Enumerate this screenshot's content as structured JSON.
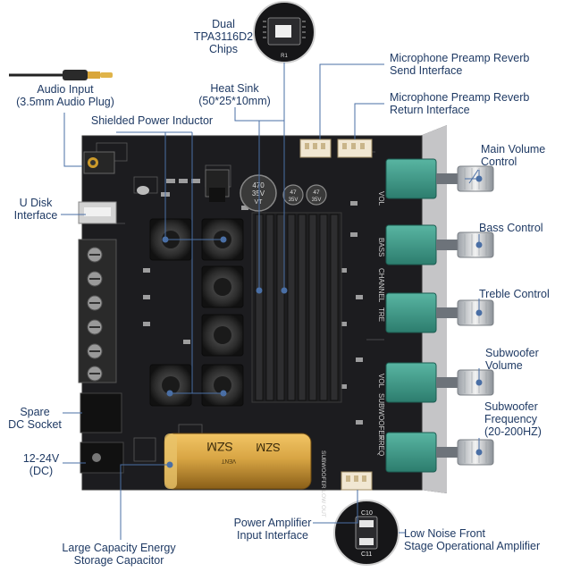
{
  "labels": {
    "chips": [
      "Dual",
      "TPA3116D2",
      "Chips"
    ],
    "audio_input": [
      "Audio Input",
      "(3.5mm Audio Plug)"
    ],
    "heat_sink": [
      "Heat Sink",
      "(50*25*10mm)"
    ],
    "inductor": [
      "Shielded Power Inductor"
    ],
    "udisk": [
      "U Disk",
      "Interface"
    ],
    "spare_dc": [
      "Spare",
      "DC Socket"
    ],
    "dc_in": [
      "12-24V",
      "(DC)"
    ],
    "capacitor": [
      "Large Capacity Energy",
      "Storage Capacitor"
    ],
    "power_amp": [
      "Power Amplifier",
      "Input Interface"
    ],
    "mic_send": [
      "Microphone Preamp Reverb",
      "Send Interface"
    ],
    "mic_return": [
      "Microphone Preamp Reverb",
      "Return Interface"
    ],
    "main_volume": [
      "Main Volume",
      "Control"
    ],
    "bass": [
      "Bass Control"
    ],
    "treble": [
      "Treble Control"
    ],
    "sub_volume": [
      "Subwoofer",
      "Volume"
    ],
    "sub_freq": [
      "Subwoofer",
      "Frequency",
      "(20-200HZ)"
    ],
    "opamp": [
      "Low Noise Front",
      "Stage Operational Amplifier"
    ]
  },
  "board_text": {
    "cap_small": [
      "470",
      "35V",
      "VT"
    ],
    "cap_tiny": [
      "47",
      "35V"
    ],
    "cap_big": "SZM",
    "cap_big_sub": "VENT",
    "vol": "VOL",
    "bass": "BASS",
    "channel": "CHANNEL",
    "treble": "TRE",
    "subwoofer": "SUBWOOFER",
    "freq": "FREQ",
    "sub_low_out": "SUBWOOFER LOW OUT",
    "chip_marks": [
      "C10",
      "C11"
    ],
    "chip_top": "R1"
  },
  "colors": {
    "label": "#1f3a64",
    "leader": "#4a6fa5",
    "board": "#1a1a1c",
    "knob_body": "#3d9b8a",
    "capacitor": "#d8a544"
  }
}
